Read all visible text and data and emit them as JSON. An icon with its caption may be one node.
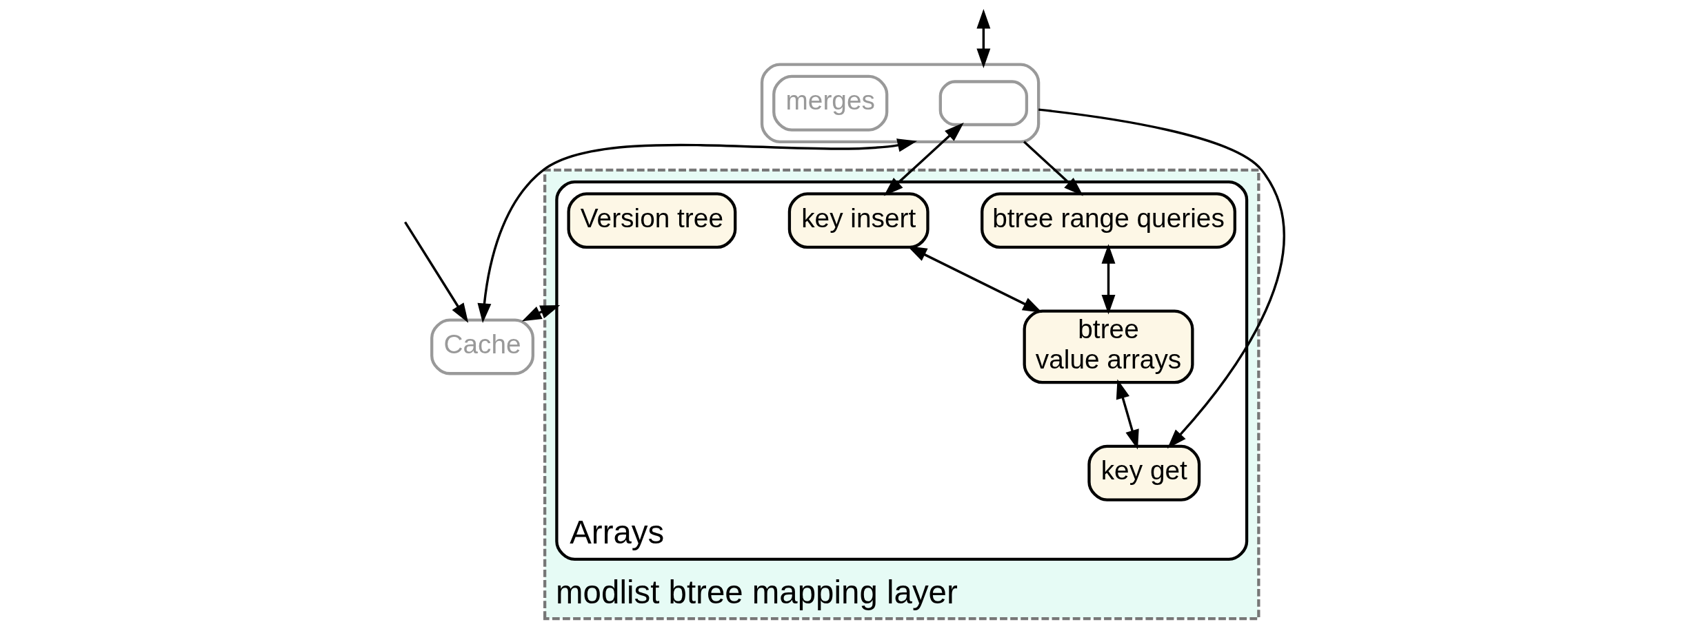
{
  "diagram": {
    "nodes": [
      {
        "text": [
          "modlist btree mapping layer"
        ]
      },
      {
        "text": [],
        "shape": "box"
      },
      {
        "text": [],
        "shape": "box",
        "in": 1
      },
      {
        "text": [
          "merges"
        ],
        "in": 1
      },
      {
        "text": [
          "Arrays"
        ],
        "in": 0
      },
      {
        "text": [
          "key insert"
        ],
        "in": 4
      },
      {
        "text": [
          "btree range queries"
        ],
        "in": 4
      },
      {
        "text": [
          "btree",
          "value arrays"
        ],
        "in": 4
      },
      {
        "text": [
          "key get"
        ],
        "in": 4
      },
      {
        "text": [
          "Version tree"
        ],
        "in": 4
      },
      {
        "text": [
          "Cache"
        ]
      }
    ],
    "edges": [
      {
        "from": 1,
        "to": 6,
        "arrow": "to"
      },
      {
        "from": 2,
        "to": 5,
        "arrow": "both"
      },
      {
        "from": 1,
        "to": 8,
        "arrow": "to"
      },
      {
        "from": 5,
        "to": 7,
        "arrow": "both"
      },
      {
        "from": 6,
        "to": 7,
        "arrow": "both"
      },
      {
        "from": 7,
        "to": 8,
        "arrow": "both"
      },
      {
        "from": 4,
        "to": 10,
        "arrow": "both"
      },
      {
        "from": null,
        "to": 1,
        "arrow": "both"
      },
      {
        "from": 1,
        "to": 10,
        "arrow": "both"
      },
      {
        "from": null,
        "to": 10,
        "arrow": "to"
      }
    ]
  }
}
